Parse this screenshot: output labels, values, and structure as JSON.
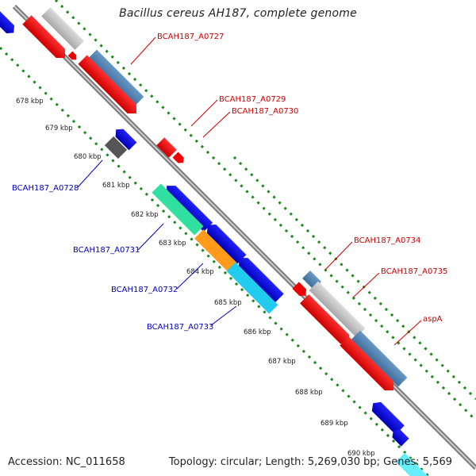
{
  "title": "Bacillus cereus AH187, complete genome",
  "footer": {
    "accession": "Accession: NC_011658",
    "info": "Topology: circular; Length: 5,269,030 bp; Genes: 5,569"
  },
  "ruler": [
    "678 kbp",
    "679 kbp",
    "680 kbp",
    "681 kbp",
    "682 kbp",
    "683 kbp",
    "684 kbp",
    "685 kbp",
    "686 kbp",
    "687 kbp",
    "688 kbp",
    "689 kbp",
    "690 kbp"
  ],
  "gene_labels": [
    {
      "text": "BCAH187_A0727",
      "color": "#cc0000"
    },
    {
      "text": "BCAH187_A0729",
      "color": "#cc0000"
    },
    {
      "text": "BCAH187_A0730",
      "color": "#cc0000"
    },
    {
      "text": "BCAH187_A0734",
      "color": "#cc0000"
    },
    {
      "text": "BCAH187_A0735",
      "color": "#cc0000"
    },
    {
      "text": "aspA",
      "color": "#cc0000"
    },
    {
      "text": "BCAH187_A0728",
      "color": "#0000bb"
    },
    {
      "text": "BCAH187_A0731",
      "color": "#0000bb"
    },
    {
      "text": "BCAH187_A0732",
      "color": "#0000bb"
    },
    {
      "text": "BCAH187_A0733",
      "color": "#0000bb"
    }
  ],
  "colors": {
    "forward_cds": "#ee0000",
    "reverse_cds": "#0000dd",
    "backbone": "#8a8a8a",
    "dotted_track": "#1a8a1a"
  }
}
